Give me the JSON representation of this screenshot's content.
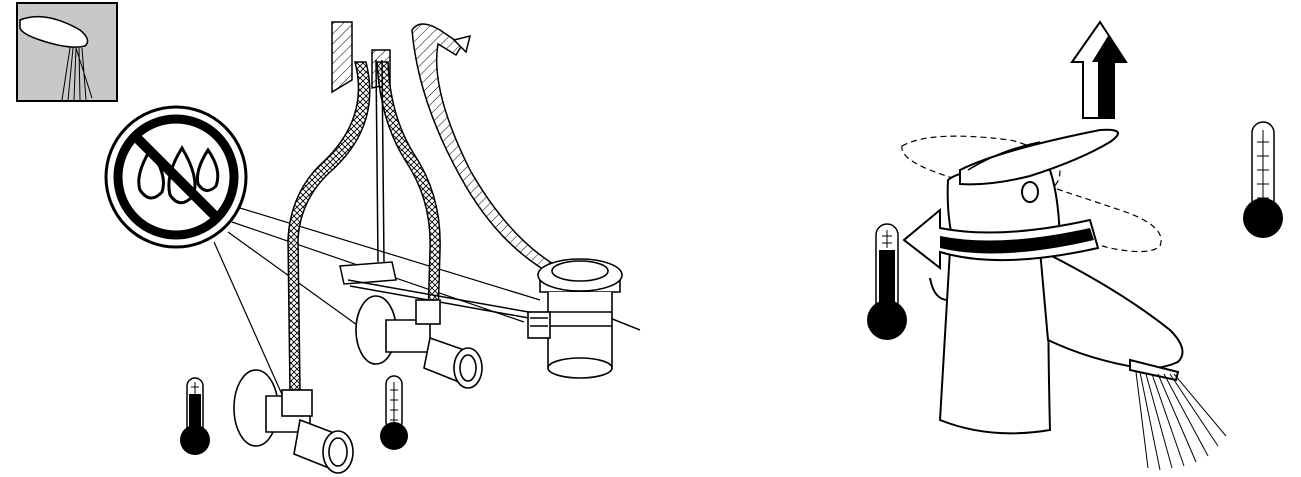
{
  "figure": {
    "panels": [
      {
        "id": "installation",
        "inset_icon": "spray-outlet-icon",
        "prohibition_icon": "no-water-drops-icon",
        "thermometers": [
          {
            "level": "hot",
            "fill_fraction": 0.85
          },
          {
            "level": "cold",
            "fill_fraction": 0.15
          }
        ],
        "components": [
          "angle-valve-hot",
          "angle-valve-cold",
          "flexible-hose-hot",
          "flexible-hose-cold",
          "pop-up-waste",
          "lift-rod",
          "mounting-rod"
        ]
      },
      {
        "id": "operation",
        "lever_action": "lift-up",
        "rotation_direction": "counterclockwise",
        "thermometers": [
          {
            "level": "hot",
            "fill_fraction": 0.85
          },
          {
            "level": "cold",
            "fill_fraction": 0.15
          }
        ],
        "components": [
          "mixer-tap-body",
          "lever-handle",
          "spout",
          "water-stream"
        ]
      }
    ],
    "colors": {
      "ink": "#000000",
      "paper": "#ffffff",
      "inset_bg": "#c8c8c8"
    }
  }
}
